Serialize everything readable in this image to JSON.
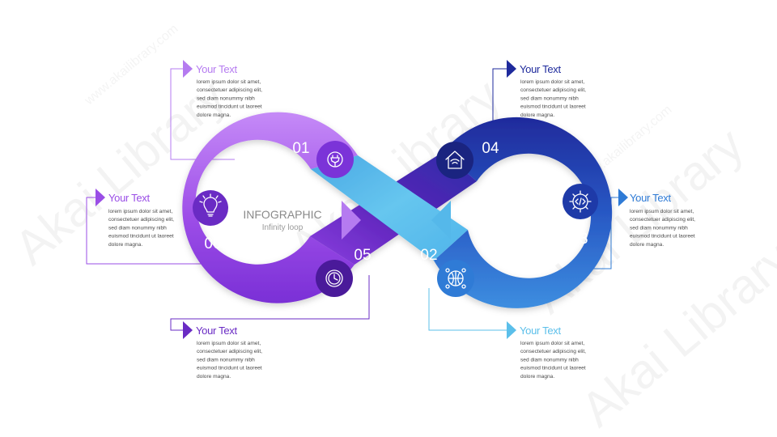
{
  "watermark": {
    "brand": "Akai Library",
    "url": "www.akailibrary.com"
  },
  "center": {
    "title": "INFOGRAPHIC",
    "subtitle": "Infinity loop"
  },
  "colors": {
    "purple_light": "#c084fc",
    "purple": "#8b3fe0",
    "purple_dark": "#5b21b6",
    "blue_light": "#5bc3ec",
    "blue": "#2b6fd1",
    "navy": "#1e2a9c"
  },
  "steps": [
    {
      "number": "01",
      "title": "Your Text",
      "icon": "plug-icon",
      "color": "#b57bf0",
      "body": [
        "lorem ipsum dolor sit amet,",
        "consectetuer adipiscing elit,",
        "sed diam nonummy nibh",
        "euismod tincidunt ut laoreet",
        "dolore magna."
      ]
    },
    {
      "number": "02",
      "title": "Your Text",
      "icon": "globe-network-icon",
      "color": "#5bbfea",
      "body": [
        "lorem ipsum dolor sit amet,",
        "consectetuer adipiscing elit,",
        "sed diam nonummy nibh",
        "euismod tincidunt ut laoreet",
        "dolore magna."
      ]
    },
    {
      "number": "03",
      "title": "Your Text",
      "icon": "gear-code-icon",
      "color": "#2f7bd6",
      "body": [
        "lorem ipsum dolor sit amet,",
        "consectetuer adipiscing elit,",
        "sed diam nonummy nibh",
        "euismod tincidunt ut laoreet",
        "dolore magna."
      ]
    },
    {
      "number": "04",
      "title": "Your Text",
      "icon": "smart-home-icon",
      "color": "#1e2a9c",
      "body": [
        "lorem ipsum dolor sit amet,",
        "consectetuer adipiscing elit,",
        "sed diam nonummy nibh",
        "euismod tincidunt ut laoreet",
        "dolore magna."
      ]
    },
    {
      "number": "05",
      "title": "Your Text",
      "icon": "clock-icon",
      "color": "#6a2bc4",
      "body": [
        "lorem ipsum dolor sit amet,",
        "consectetuer adipiscing elit,",
        "sed diam nonummy nibh",
        "euismod tincidunt ut laoreet",
        "dolore magna."
      ]
    },
    {
      "number": "06",
      "title": "Your Text",
      "icon": "lightbulb-icon",
      "color": "#9a4ee6",
      "body": [
        "lorem ipsum dolor sit amet,",
        "consectetuer adipiscing elit,",
        "sed diam nonummy nibh",
        "euismod tincidunt ut laoreet",
        "dolore magna."
      ]
    }
  ]
}
